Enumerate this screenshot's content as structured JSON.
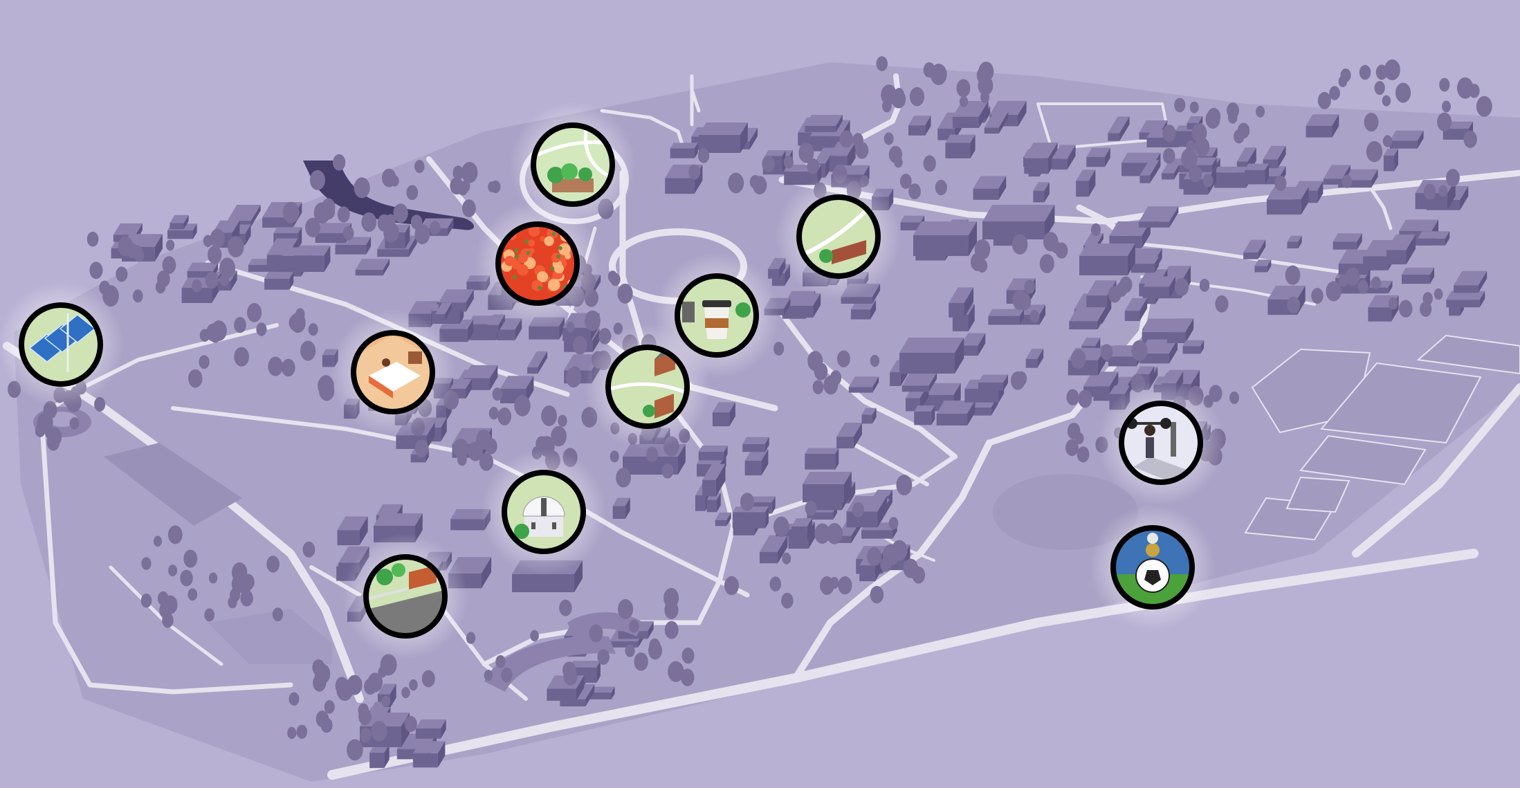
{
  "map": {
    "colors": {
      "background": "#b9b1d4",
      "terrain": "#aba2c7",
      "road": "#e6e3ef",
      "building_top": "#8c82ad",
      "building_side": "#6e6492",
      "tree": "#7b7099",
      "water": "#443c69",
      "sports_field": "#a39abf",
      "marker_ring": "#000000",
      "marker_halo": "#e3e0ee"
    }
  },
  "markers": [
    {
      "id": "solar-panels",
      "icon": "solar-panel-icon",
      "fill": "#cfe3b5"
    },
    {
      "id": "garden-path",
      "icon": "garden-path-icon",
      "fill": "#d3e8bd"
    },
    {
      "id": "flower-bed",
      "icon": "red-flowers-icon",
      "fill": "#e44225"
    },
    {
      "id": "accommodation",
      "icon": "bedroom-icon",
      "fill": "#f0b885"
    },
    {
      "id": "cafe",
      "icon": "coffee-cup-icon",
      "fill": "#cfe3b5"
    },
    {
      "id": "green-park",
      "icon": "park-lawn-icon",
      "fill": "#cfe3b5"
    },
    {
      "id": "campus-buildings",
      "icon": "buildings-icon",
      "fill": "#cfe3b5"
    },
    {
      "id": "observatory",
      "icon": "observatory-icon",
      "fill": "#cfe3b5"
    },
    {
      "id": "plaza",
      "icon": "plaza-icon",
      "fill": "#cfe3b5"
    },
    {
      "id": "gym",
      "icon": "gym-weights-icon",
      "fill": "#e8e8f4"
    },
    {
      "id": "football",
      "icon": "football-icon",
      "fill": "#5fa04a"
    }
  ]
}
